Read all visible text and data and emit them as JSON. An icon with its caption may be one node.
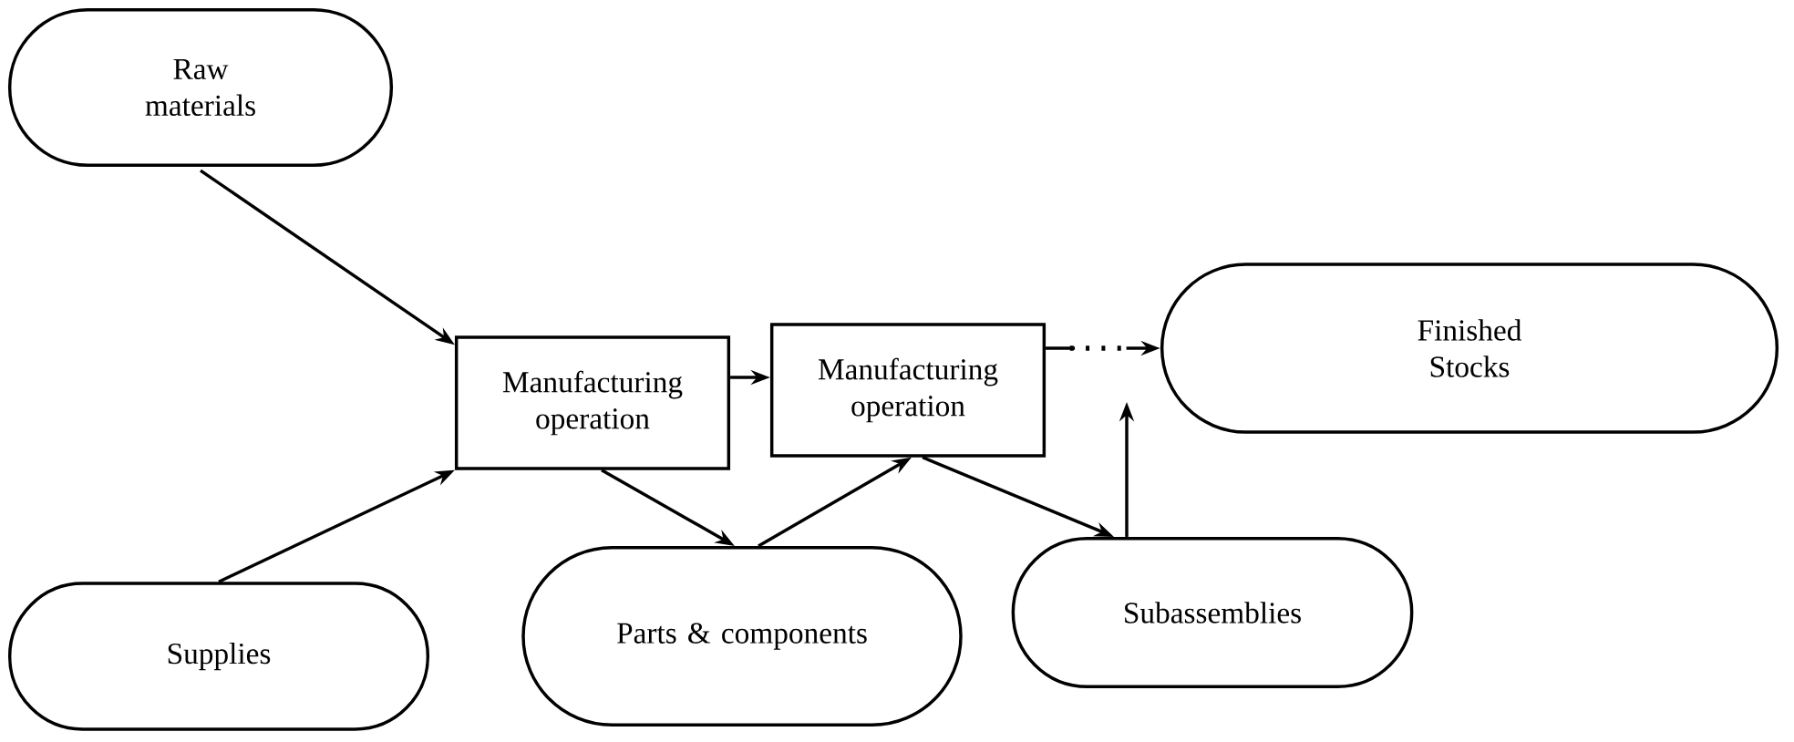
{
  "diagram": {
    "nodes": [
      {
        "text": [
          "Raw materials"
        ]
      },
      {
        "text": [
          "Manufacturing operation"
        ]
      },
      {
        "text": [
          "Manufacturing operation"
        ]
      },
      {
        "text": [
          "Finished Stocks"
        ]
      },
      {
        "text": [
          "Supplies"
        ]
      },
      {
        "text": [
          "Parts & components"
        ]
      },
      {
        "text": [
          "Subassemblies"
        ]
      }
    ],
    "edges": [
      {
        "from": 0,
        "to": 1,
        "arrow": "to"
      },
      {
        "from": 4,
        "to": 1,
        "arrow": "to"
      },
      {
        "from": 1,
        "to": 2,
        "arrow": "to"
      },
      {
        "from": 2,
        "to": 3,
        "arrow": "to",
        "style": "dashed"
      },
      {
        "from": 1,
        "to": 5,
        "arrow": "to"
      },
      {
        "from": 5,
        "to": 2,
        "arrow": "to"
      },
      {
        "from": 2,
        "to": 6,
        "arrow": "to"
      },
      {
        "from": 6,
        "to": null,
        "arrow": "to"
      }
    ]
  }
}
